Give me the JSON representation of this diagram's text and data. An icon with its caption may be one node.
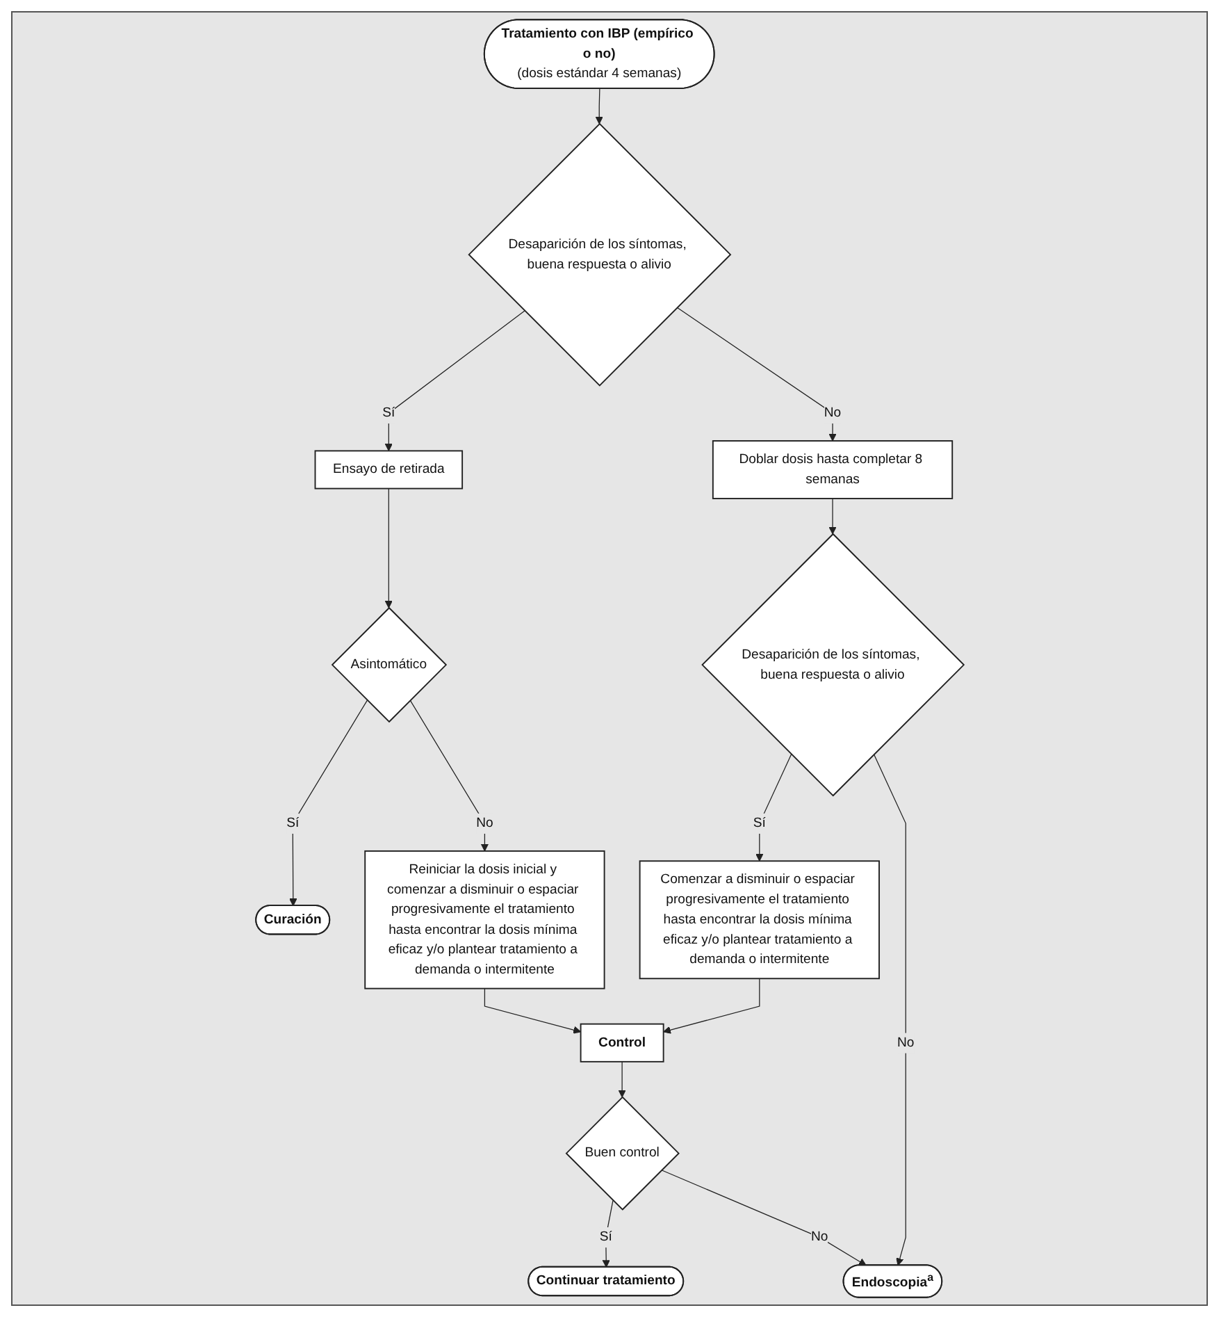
{
  "diagram": {
    "nodes": [
      {
        "text": [
          "Tratamiento con IBP (empírico o no)",
          "(dosis estándar 4 semanas)"
        ]
      },
      {
        "text": [
          "Desaparición de los síntomas, buena respuesta o alivio"
        ]
      },
      {
        "text": [
          "Ensayo de retirada"
        ]
      },
      {
        "text": [
          "Doblar dosis hasta completar 8 semanas"
        ]
      },
      {
        "text": [
          "Asintomático"
        ]
      },
      {
        "text": [
          "Desaparición de los síntomas, buena respuesta o alivio"
        ]
      },
      {
        "text": [
          "Curación"
        ]
      },
      {
        "text": [
          "Reiniciar la dosis inicial y comenzar a disminuir o espaciar progresivamente el tratamiento hasta encontrar la dosis mínima eficaz y/o plantear tratamiento a demanda o intermitente"
        ]
      },
      {
        "text": [
          "Comenzar a disminuir o espaciar progresivamente el tratamiento hasta encontrar la dosis mínima eficaz y/o plantear tratamiento a demanda o intermitente"
        ]
      },
      {
        "text": [
          "Control"
        ]
      },
      {
        "text": [
          "Buen control"
        ]
      },
      {
        "text": [
          "Continuar tratamiento"
        ]
      },
      {
        "text": [
          "Endoscopia$^{a}$"
        ]
      }
    ],
    "edges": [
      {
        "from": 0,
        "to": 1,
        "arrow": "to"
      },
      {
        "from": 1,
        "to": 2,
        "label": "Sí",
        "arrow": "to"
      },
      {
        "from": 1,
        "to": 3,
        "label": "No",
        "arrow": "to"
      },
      {
        "from": 2,
        "to": 4,
        "arrow": "to"
      },
      {
        "from": 3,
        "to": 5,
        "arrow": "to"
      },
      {
        "from": 4,
        "to": 6,
        "label": "Sí",
        "arrow": "to"
      },
      {
        "from": 4,
        "to": 7,
        "label": "No",
        "arrow": "to"
      },
      {
        "from": 5,
        "to": 8,
        "label": "Sí",
        "arrow": "to"
      },
      {
        "from": 5,
        "to": 12,
        "label": "No",
        "arrow": "to"
      },
      {
        "from": 7,
        "to": 9,
        "arrow": "to"
      },
      {
        "from": 8,
        "to": 9,
        "arrow": "to"
      },
      {
        "from": 9,
        "to": 10,
        "arrow": "to"
      },
      {
        "from": 10,
        "to": 11,
        "label": "Sí",
        "arrow": "to"
      },
      {
        "from": 10,
        "to": 12,
        "label": "No",
        "arrow": "to"
      }
    ]
  }
}
